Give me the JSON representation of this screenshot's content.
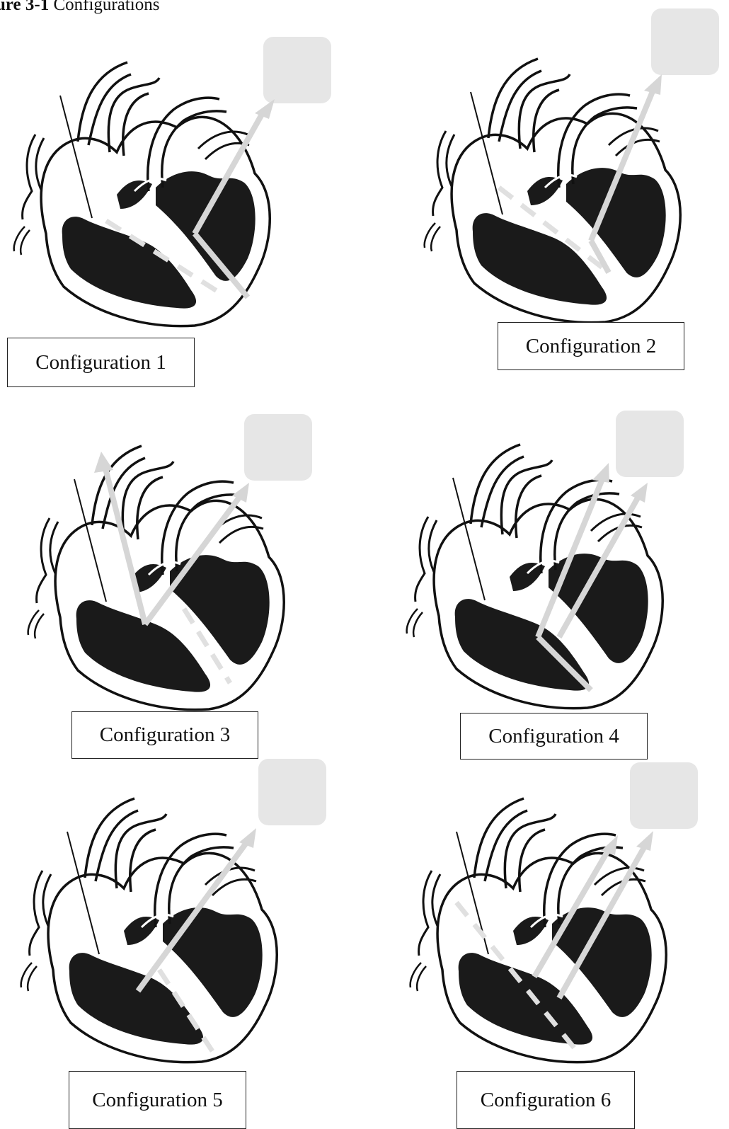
{
  "figure": {
    "number": "ure 3-1",
    "title": "Configurations"
  },
  "panels": [
    {
      "label": "Configuration 1"
    },
    {
      "label": "Configuration 2"
    },
    {
      "label": "Configuration 3"
    },
    {
      "label": "Configuration 4"
    },
    {
      "label": "Configuration 5"
    },
    {
      "label": "Configuration 6"
    }
  ],
  "colors": {
    "heart_fill": "#1a1a1a",
    "outline": "#111111",
    "lead_arrow": "#d6d6d6",
    "pad": "#e6e6e6"
  }
}
